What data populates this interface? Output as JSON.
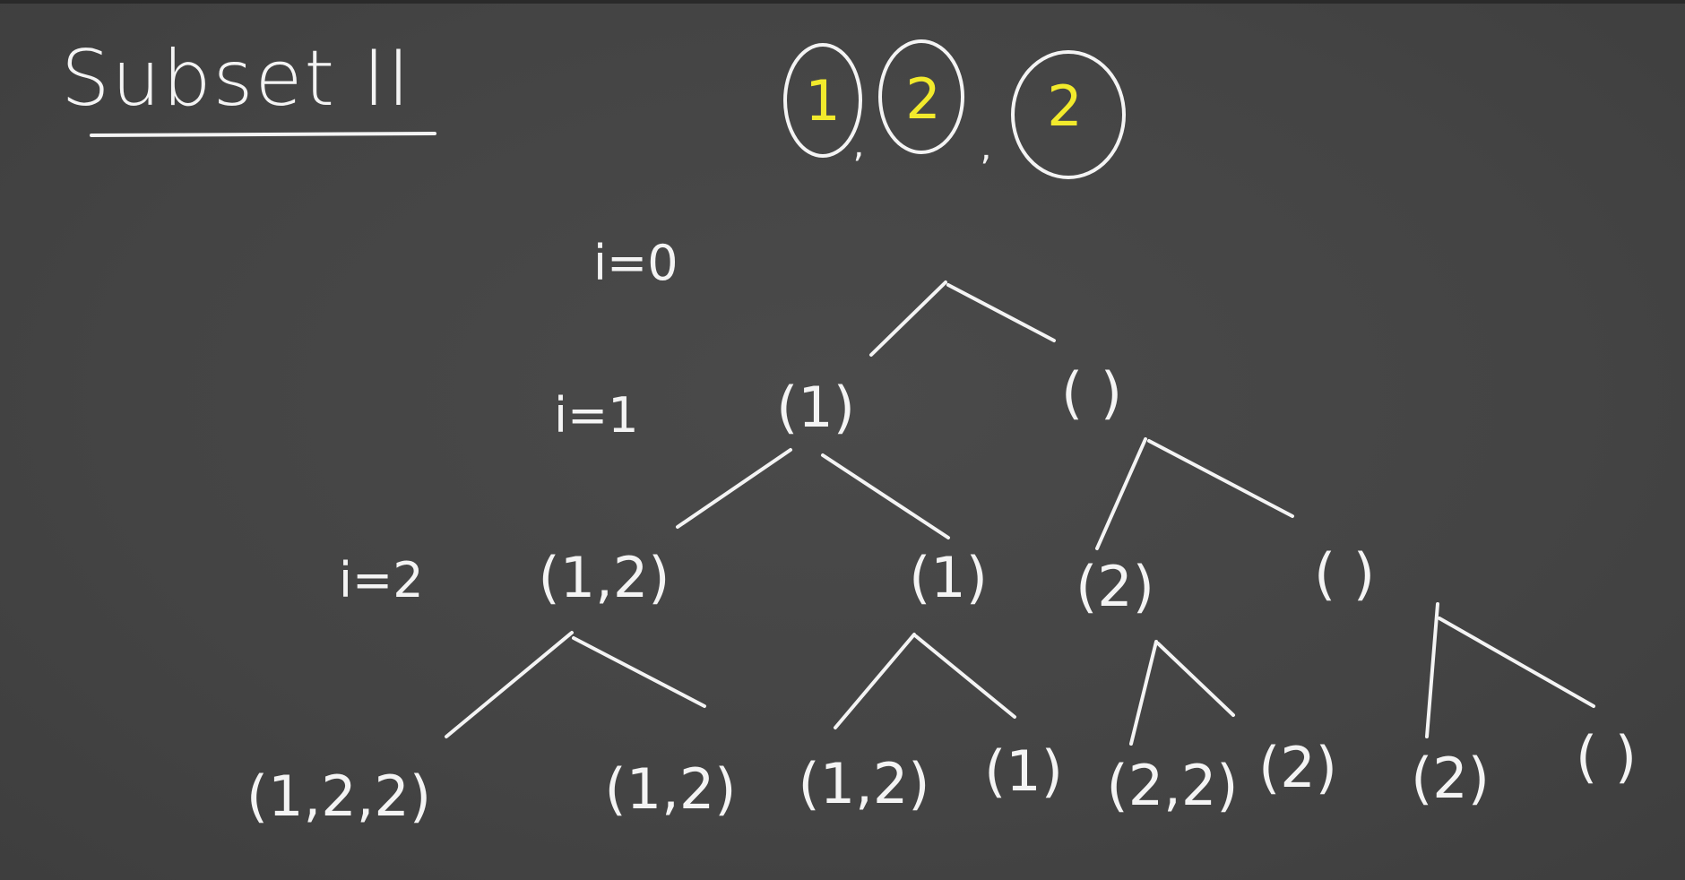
{
  "title": "Subset II",
  "array": {
    "elements": [
      "1",
      "2",
      "2"
    ],
    "separator": ",",
    "element_color": "#f2ea2c",
    "circle_color": "#f4f4f4"
  },
  "levels": {
    "l0": "i=0",
    "l1": "i=1",
    "l2": "i=2"
  },
  "nodes": {
    "n1_left": "(1)",
    "n1_right": "( )",
    "n2_a": "(1,2)",
    "n2_b": "(1)",
    "n2_c": "(2)",
    "n2_d": "( )",
    "leaf_1": "(1,2,2)",
    "leaf_2": "(1,2)",
    "leaf_3": "(1,2)",
    "leaf_4": "(1)",
    "leaf_5": "(2,2)",
    "leaf_6": "(2)",
    "leaf_7": "(2)",
    "leaf_8": "( )"
  },
  "colors": {
    "board": "#454545",
    "chalk": "#f4f4f4",
    "highlight": "#f2ea2c"
  }
}
